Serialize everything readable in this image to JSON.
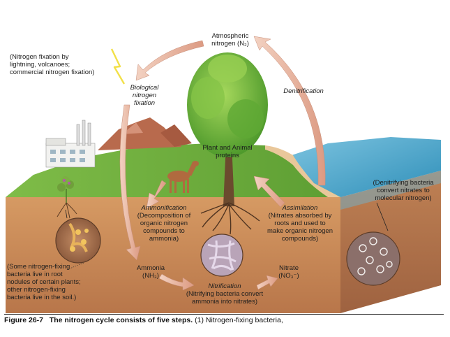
{
  "diagram": {
    "atmospheric_nitrogen": [
      "Atmospheric",
      "nitrogen (N₂)"
    ],
    "fixation_note": [
      "(Nitrogen fixation by",
      "lightning, volcanoes;",
      "commercial nitrogen fixation)"
    ],
    "biological_fixation": [
      "Biological",
      "nitrogen",
      "fixation"
    ],
    "denitrification": "Denitrification",
    "plant_animal_proteins": [
      "Plant and Animal",
      "proteins"
    ],
    "ammonification_title": "Ammonification",
    "ammonification_desc": [
      "(Decomposition of",
      "organic nitrogen",
      "compounds to",
      "ammonia)"
    ],
    "assimilation_title": "Assimilation",
    "assimilation_desc": [
      "(Nitrates absorbed by",
      "roots and used to",
      "make organic nitrogen",
      "compounds)"
    ],
    "denitrifying_note": [
      "(Denitrifying bacteria",
      "convert nitrates to",
      "molecular nitrogen)"
    ],
    "nitrogen_fixing_note": [
      "(Some nitrogen-fixing",
      "bacteria live in root",
      "nodules of certain plants;",
      "other nitrogen-fixing",
      "bacteria live in the soil.)"
    ],
    "ammonia": [
      "Ammonia",
      "(NH₃)"
    ],
    "nitrate": [
      "Nitrate",
      "(NO₃⁻)"
    ],
    "nitrification_title": "Nitrification",
    "nitrification_desc": [
      "(Nitrifying bacteria convert",
      "ammonia into nitrates)"
    ]
  },
  "caption": {
    "figure": "Figure 26-7",
    "title": "The nitrogen cycle consists of five steps.",
    "rest": "(1) Nitrogen-fixing bacteria,"
  },
  "colors": {
    "sky": "#ffffff",
    "grass": "#6fae3e",
    "soil": "#c98a55",
    "water": "#5aaed0",
    "arrow": "#e9b8a4",
    "tree_foliage": "#7cbf3e"
  }
}
